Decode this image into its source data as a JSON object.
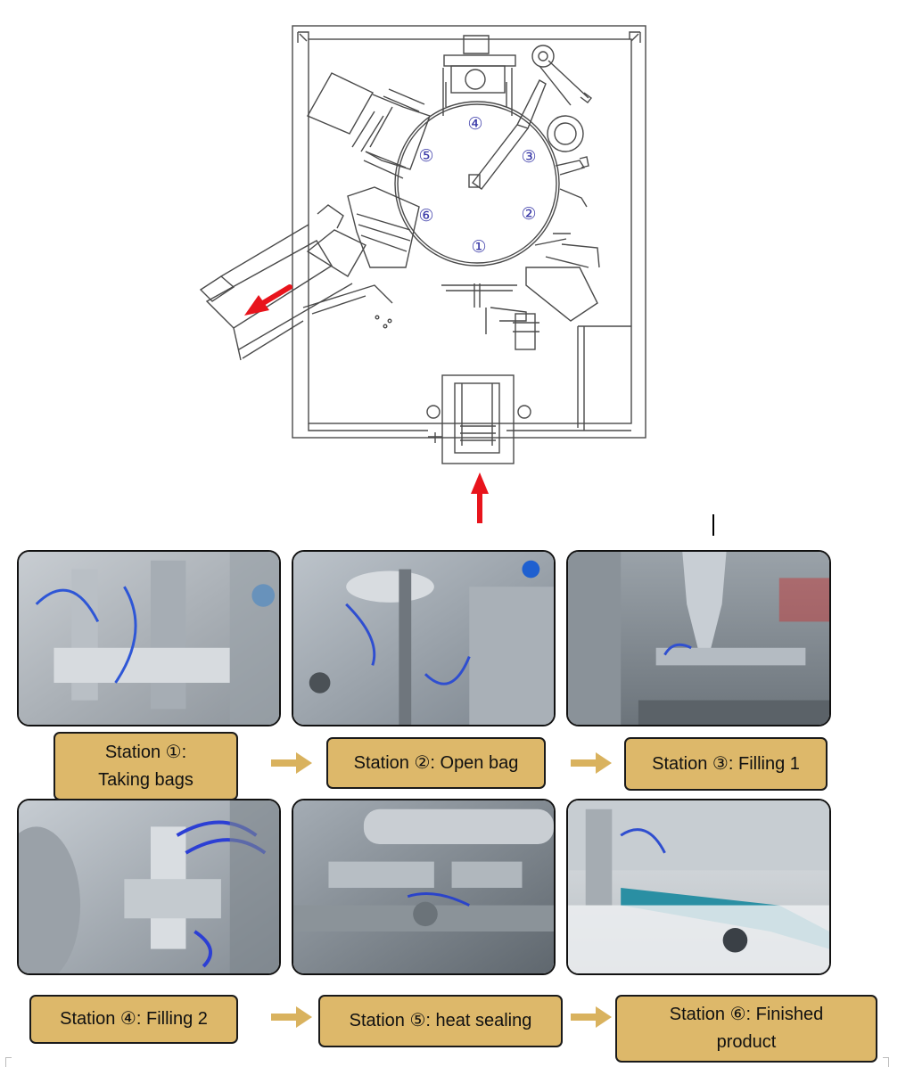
{
  "diagram": {
    "station_numbers": [
      "①",
      "②",
      "③",
      "④",
      "⑤",
      "⑥"
    ],
    "colors": {
      "line": "#4a4a4a",
      "number": "#3a3aa8",
      "arrow": "#e8141c",
      "label_fill": "#ddb86a",
      "flow_arrow": "#d9b25e"
    }
  },
  "stations": [
    {
      "id": 1,
      "lines": [
        "Station ①:",
        "Taking bags"
      ]
    },
    {
      "id": 2,
      "lines": [
        "Station ②: Open bag"
      ]
    },
    {
      "id": 3,
      "lines": [
        "Station ③: Filling 1"
      ]
    },
    {
      "id": 4,
      "lines": [
        "Station ④: Filling 2"
      ]
    },
    {
      "id": 5,
      "lines": [
        "Station ⑤: heat sealing"
      ]
    },
    {
      "id": 6,
      "lines": [
        "Station ⑥: Finished",
        "product"
      ]
    }
  ]
}
